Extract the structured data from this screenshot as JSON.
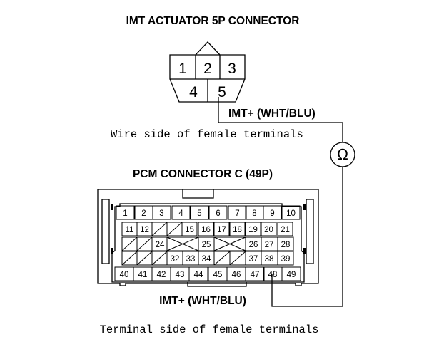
{
  "title_imt": "IMT ACTUATOR 5P CONNECTOR",
  "imt_pins": {
    "p1": "1",
    "p2": "2",
    "p3": "3",
    "p4": "4",
    "p5": "5"
  },
  "imt_wire_top": "IMT+ (WHT/BLU)",
  "wire_side_note": "Wire side of female terminals",
  "meter_symbol": "Ω",
  "title_pcm": "PCM CONNECTOR C (49P)",
  "pcm_row1": [
    "1",
    "2",
    "3",
    "4",
    "5",
    "6",
    "7",
    "8",
    "9",
    "10"
  ],
  "pcm_row2": [
    "11",
    "12",
    "",
    "",
    "15",
    "16",
    "17",
    "18",
    "19",
    "20",
    "21"
  ],
  "pcm_row3": [
    "24",
    "25",
    "26",
    "27",
    "28"
  ],
  "pcm_row4": [
    "32",
    "33",
    "34",
    "37",
    "38",
    "39"
  ],
  "pcm_row5": [
    "40",
    "41",
    "42",
    "43",
    "44",
    "45",
    "46",
    "47",
    "48",
    "49"
  ],
  "imt_wire_bottom": "IMT+ (WHT/BLU)",
  "terminal_side_note": "Terminal side of female terminals"
}
